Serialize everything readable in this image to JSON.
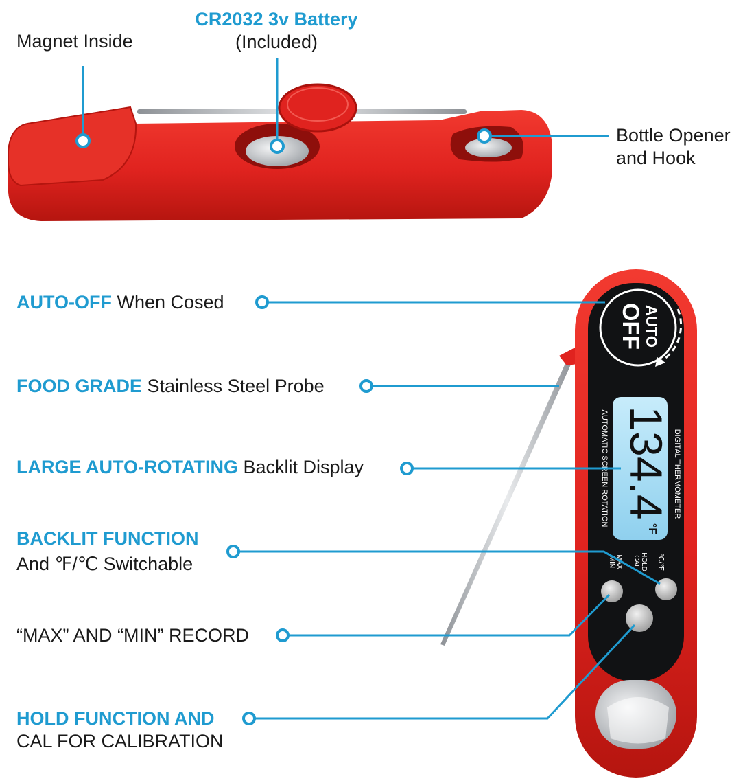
{
  "colors": {
    "accent": "#1f9bd0",
    "body_red": "#e0231f",
    "body_dark_red": "#b5150f",
    "text": "#1a1a1a",
    "lcd_blue": "#a9dcf3",
    "steel": "#b9bcc0"
  },
  "top_callouts": {
    "magnet": "Magnet Inside",
    "battery_title": "CR2032 3v Battery",
    "battery_sub": "(Included)",
    "bottle_line1": "Bottle Opener",
    "bottle_line2": "and Hook"
  },
  "callouts": {
    "auto_off_bold": "AUTO-OFF",
    "auto_off_rest": " When Cosed",
    "food_grade_bold": "FOOD GRADE",
    "food_grade_rest": " Stainless Steel Probe",
    "large_bold": "LARGE AUTO-ROTATING",
    "large_rest": " Backlit Display",
    "backlit_bold": "BACKLIT FUNCTION",
    "backlit_rest": "And ℉/℃ Switchable",
    "maxmin": "“MAX” AND “MIN” RECORD",
    "hold_bold": "HOLD FUNCTION AND",
    "hold_rest": "CAL FOR CALIBRATION"
  },
  "device": {
    "auto_text": "AUTO",
    "off_text": "OFF",
    "digital_label": "DIGITAL THERMOMETER",
    "rotation_label": "AUTOMATIC SCREEN ROTATION",
    "reading": "134.4",
    "unit": "°F",
    "btn_cf_label": "℃/℉",
    "btn_hold_line1": "HOLD",
    "btn_hold_line2": "CAL",
    "btn_max_line1": "MAX",
    "btn_max_line2": "MIN"
  }
}
